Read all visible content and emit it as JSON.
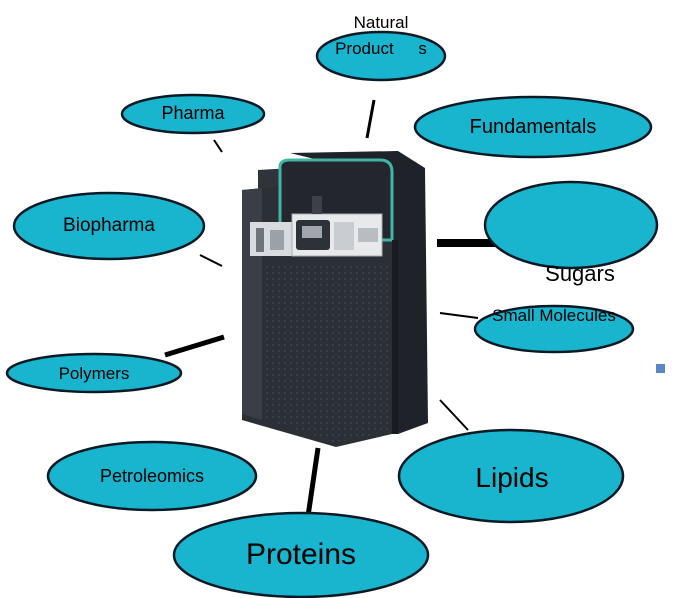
{
  "diagram": {
    "labels": {
      "natural_products": "Natural Product s",
      "pharma": "Pharma",
      "fundamentals": "Fundamentals",
      "biopharma": "Biopharma",
      "sugars": "Sugars",
      "small_molecules": "Small Molecules",
      "polymers": "Polymers",
      "petroleomics": "Petroleomics",
      "lipids": "Lipids",
      "proteins": "Proteins"
    },
    "colors": {
      "bubble_fill": "#19b5cf",
      "bubble_stroke": "#0a1a24",
      "instrument_body": "#2b2f36",
      "instrument_accent": "#3fb5a6",
      "marker": "#5b86c5"
    },
    "central_image": "mass-spectrometer-instrument"
  }
}
